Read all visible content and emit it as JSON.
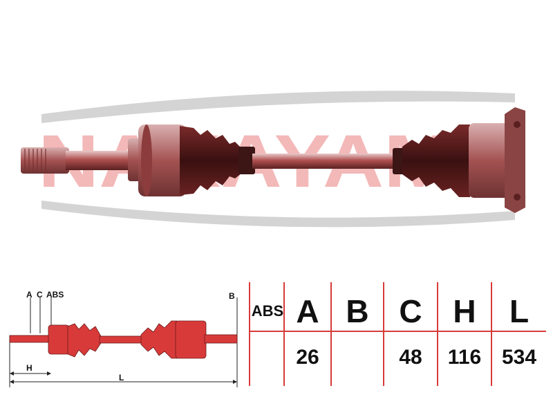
{
  "brand": {
    "name": "NAKAYAMA",
    "color": "#d83a3a"
  },
  "diagram": {
    "labels": {
      "a": "A",
      "c": "C",
      "abs": "ABS",
      "b": "B",
      "h": "H",
      "l": "L"
    }
  },
  "spec_table": {
    "headers": [
      "ABS",
      "A",
      "B",
      "C",
      "H",
      "L"
    ],
    "values": [
      "",
      "26",
      "",
      "48",
      "116",
      "534"
    ]
  }
}
